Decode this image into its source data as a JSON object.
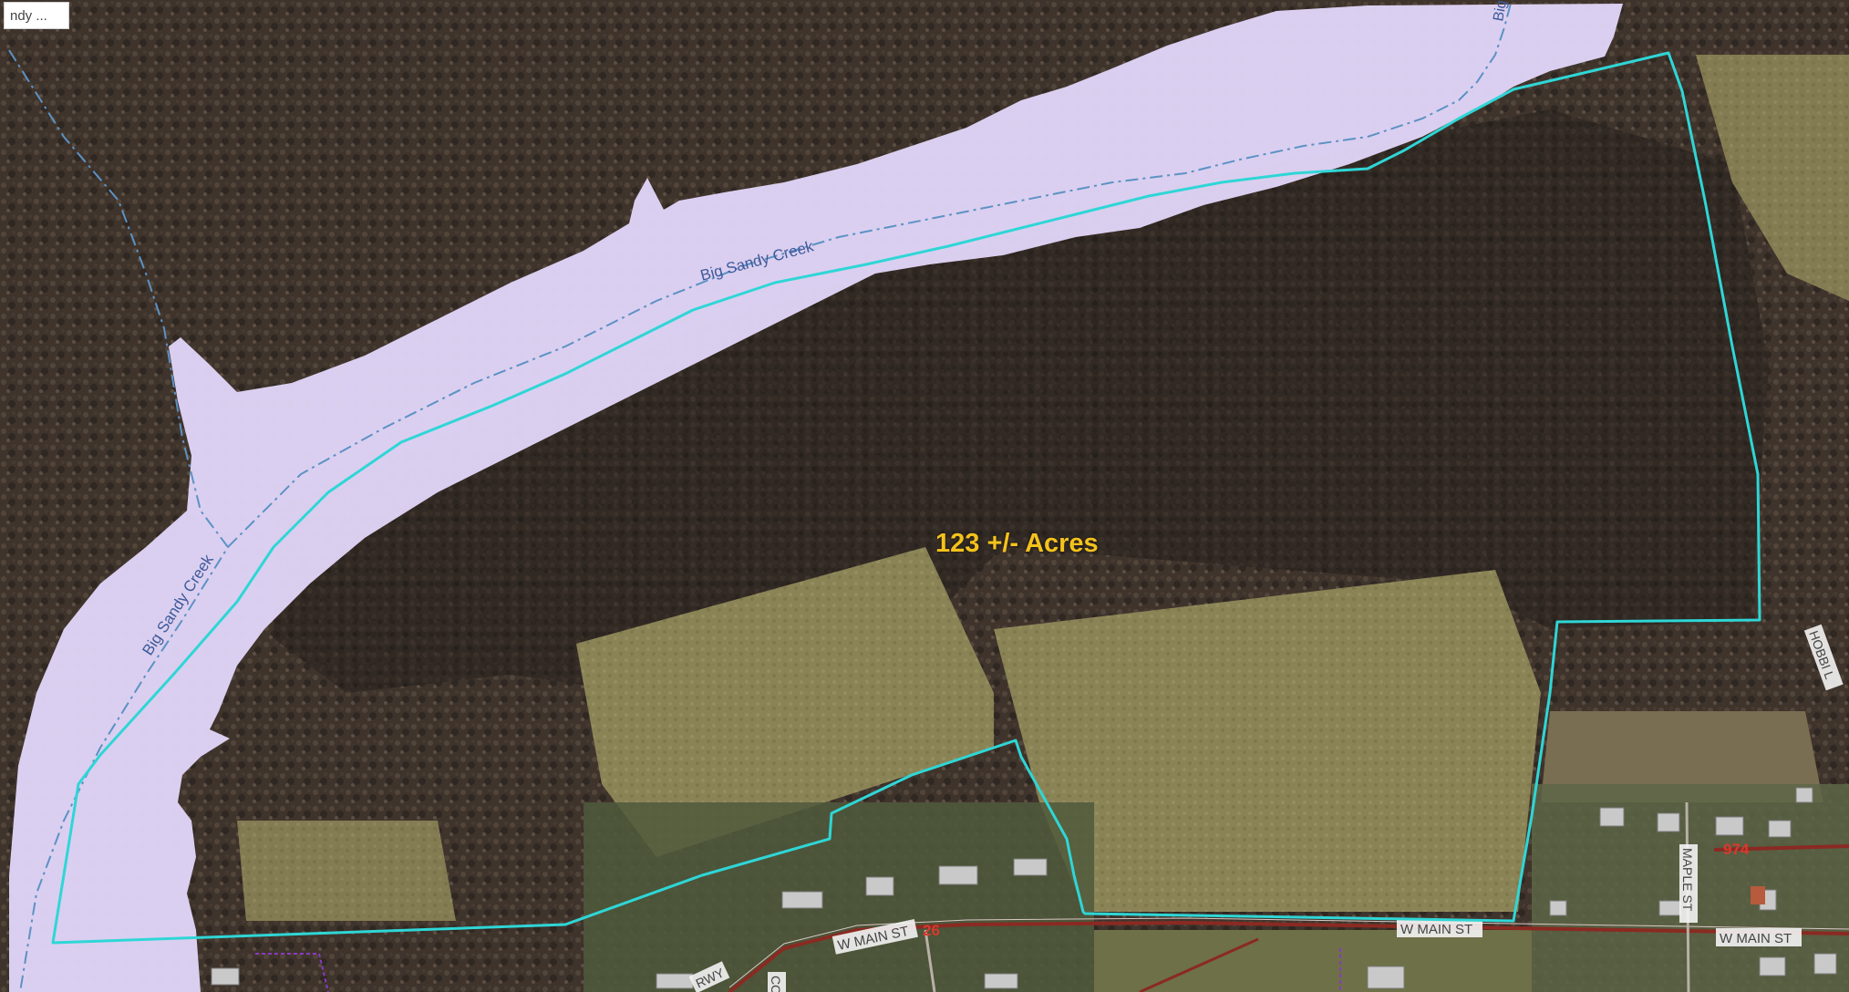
{
  "chip": {
    "label": "ndy ..."
  },
  "parcel": {
    "label": "123 +/- Acres"
  },
  "creek": {
    "name": "Big Sandy Creek",
    "name_fragment": "Big"
  },
  "roads": {
    "w_main_labels": [
      "W MAIN ST",
      "W MAIN ST",
      "W MAIN ST"
    ],
    "route_26": "26",
    "route_974": "974",
    "maple": "MAPLE ST",
    "hobbi": "HOBBI L",
    "co": "CO",
    "rwy": "RWY"
  },
  "colors": {
    "boundary": "#2fd6d6",
    "floodplain": "#ddd2f4",
    "acres_label": "#f4c21c",
    "road": "#8a2a22",
    "route_shield": "#d83a2f"
  }
}
